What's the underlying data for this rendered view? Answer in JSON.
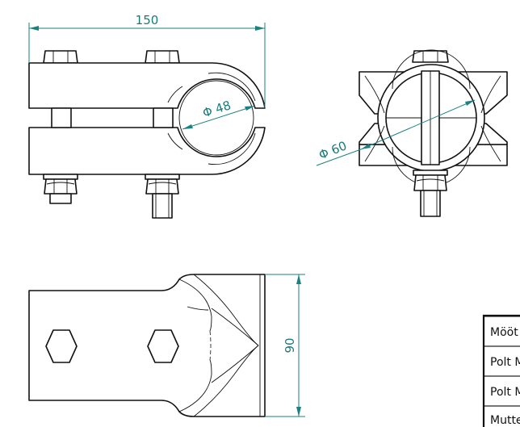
{
  "dimensions": {
    "overall_length": "150",
    "inner_diameter": "Φ 48",
    "outer_diameter": "Φ 60",
    "height": "90"
  },
  "parts_table": {
    "rows": [
      "Mööt",
      "Polt M",
      "Polt M",
      "Mutte"
    ]
  },
  "colors": {
    "dimension": "#1a8080",
    "outline": "#111111"
  }
}
